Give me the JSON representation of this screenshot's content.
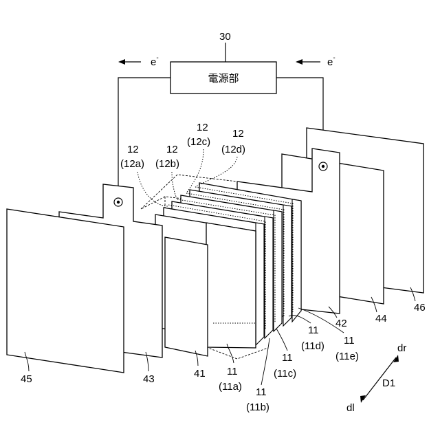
{
  "power_unit": {
    "ref": "30",
    "label": "電源部"
  },
  "electron": {
    "left": "e",
    "right": "e",
    "sup": "-"
  },
  "groups12": [
    {
      "num": "12",
      "sub": "(12a)"
    },
    {
      "num": "12",
      "sub": "(12b)"
    },
    {
      "num": "12",
      "sub": "(12c)"
    },
    {
      "num": "12",
      "sub": "(12d)"
    }
  ],
  "groups11": [
    {
      "num": "11",
      "sub": "(11a)"
    },
    {
      "num": "11",
      "sub": "(11b)"
    },
    {
      "num": "11",
      "sub": "(11c)"
    },
    {
      "num": "11",
      "sub": "(11d)"
    },
    {
      "num": "11",
      "sub": "(11e)"
    }
  ],
  "plates": {
    "p41": "41",
    "p42": "42",
    "p43": "43",
    "p44": "44",
    "p45": "45",
    "p46": "46"
  },
  "direction": {
    "name": "D1",
    "right": "dr",
    "left": "dl"
  }
}
